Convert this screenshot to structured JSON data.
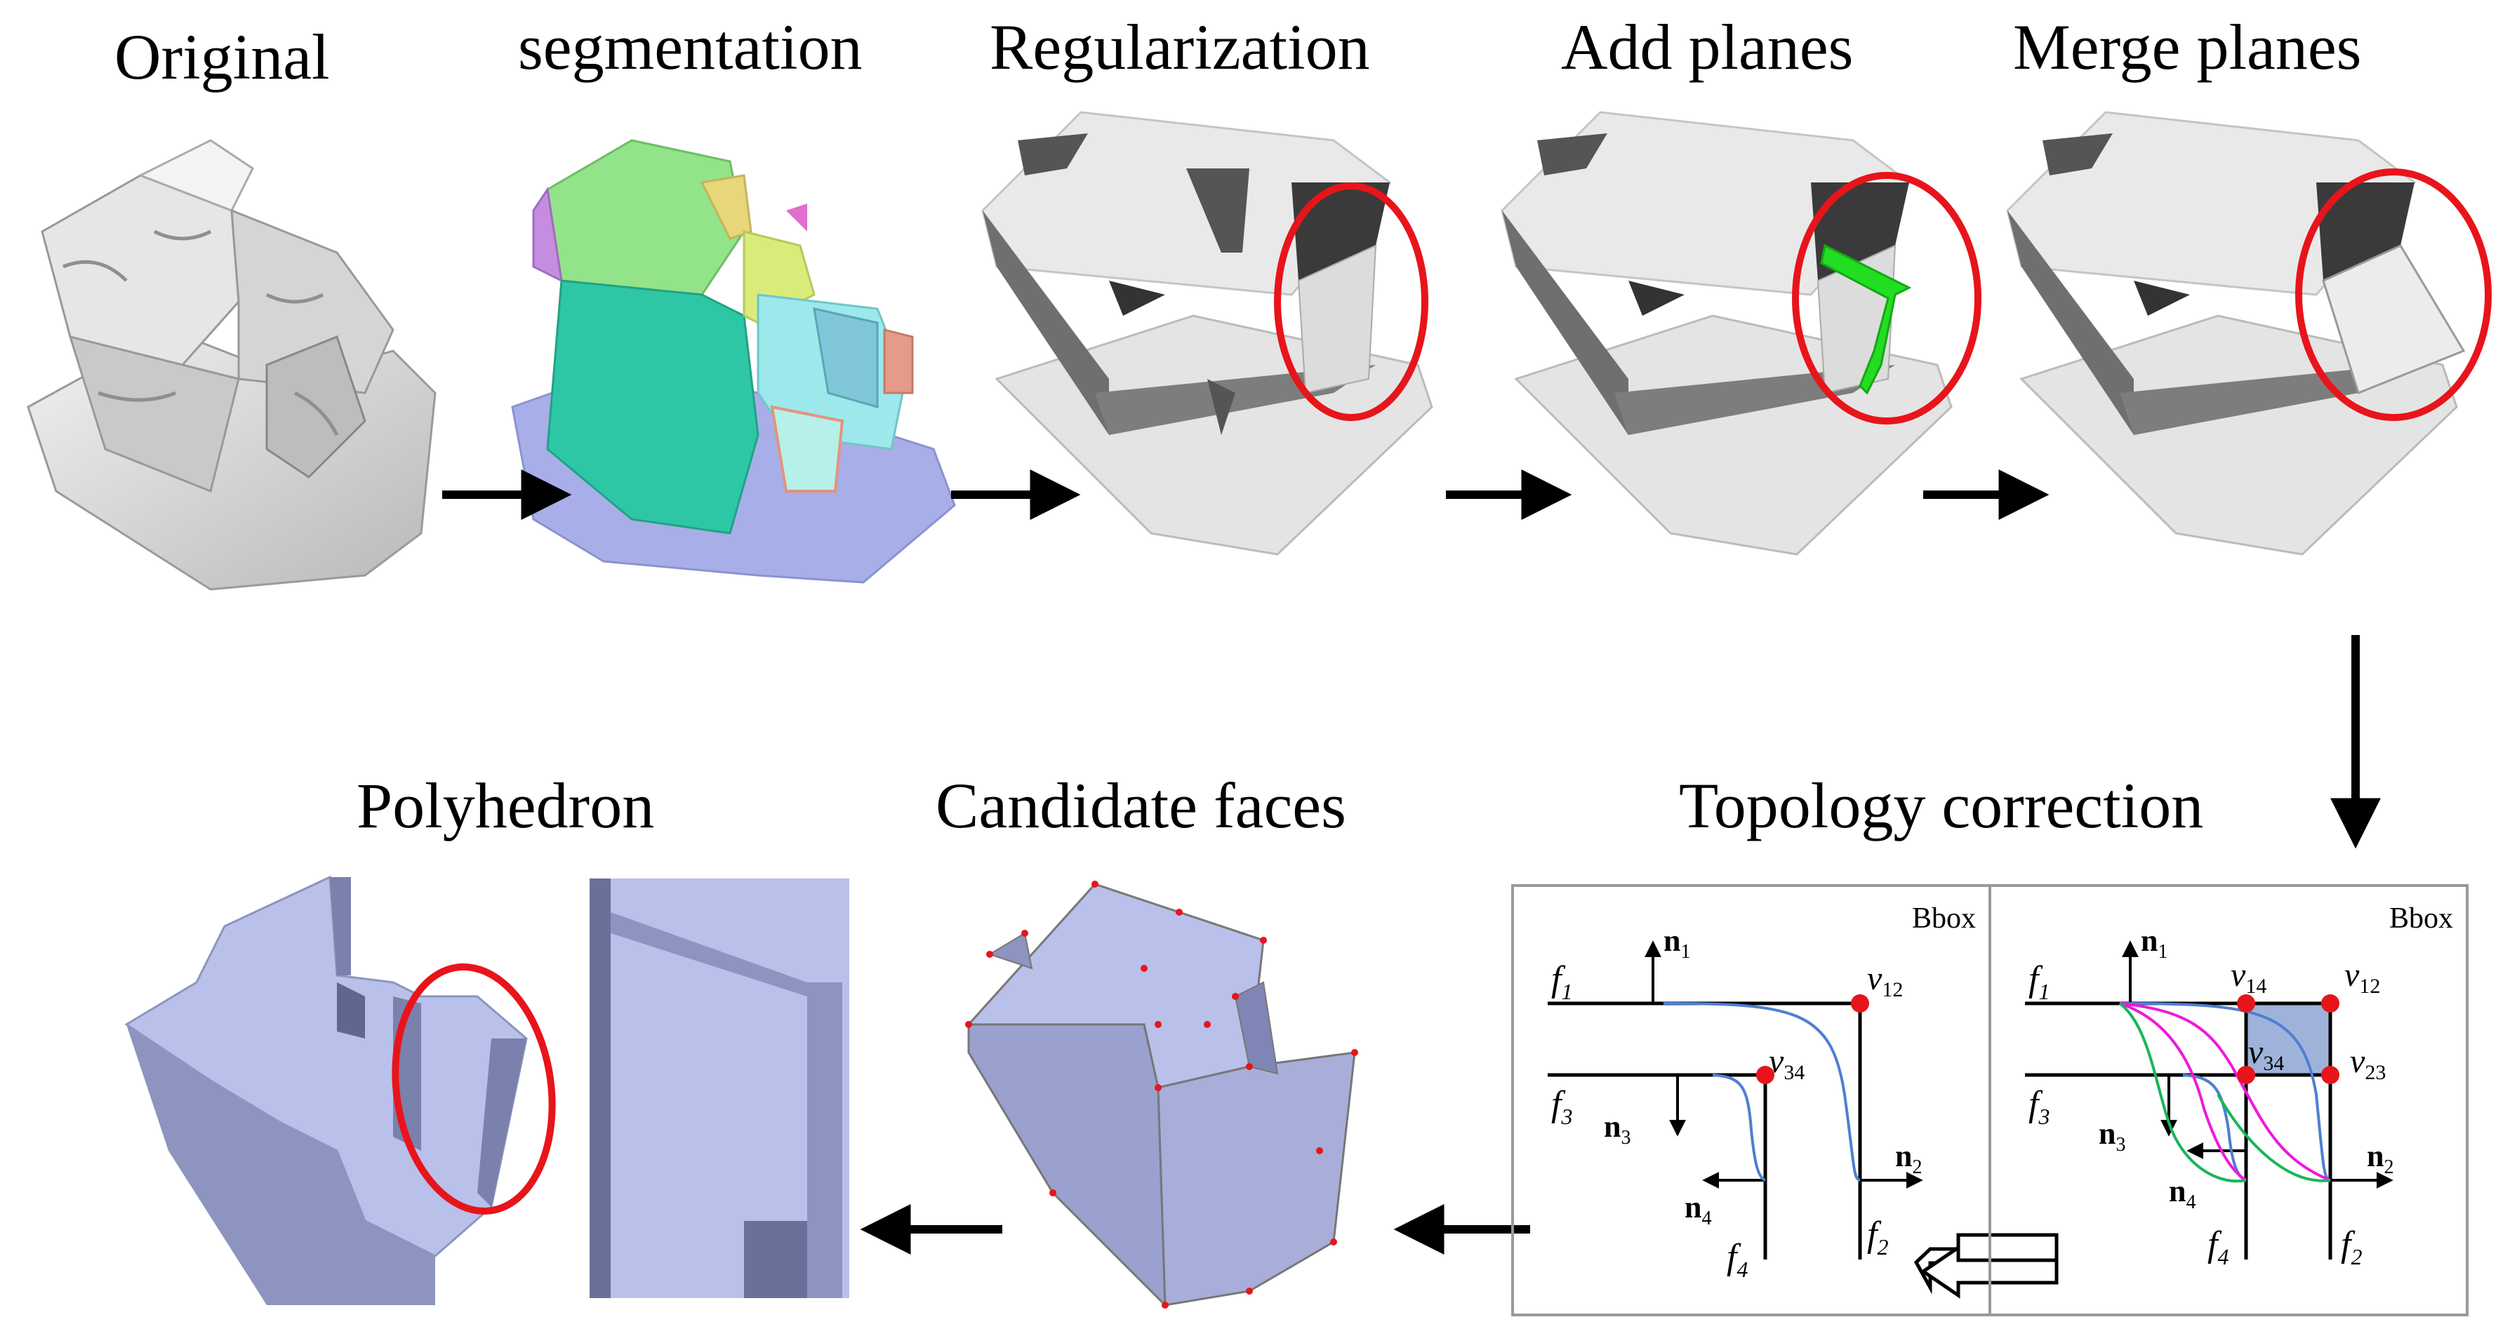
{
  "stages_top": [
    {
      "id": "original",
      "title": "Original"
    },
    {
      "id": "segmentation",
      "title": "segmentation"
    },
    {
      "id": "regularization",
      "title": "Regularization"
    },
    {
      "id": "add-planes",
      "title": "Add planes"
    },
    {
      "id": "merge-planes",
      "title": "Merge planes"
    }
  ],
  "stages_bottom": [
    {
      "id": "topology-correction",
      "title": "Topology correction"
    },
    {
      "id": "candidate-faces",
      "title": "Candidate faces"
    },
    {
      "id": "polyhedron",
      "title": "Polyhedron"
    }
  ],
  "topology_panels": {
    "bbox_label": "Bbox",
    "left": {
      "faces": [
        "f1",
        "f2",
        "f3",
        "f4"
      ],
      "normals": [
        "n1",
        "n2",
        "n3",
        "n4"
      ],
      "vertices": [
        "v12",
        "v34"
      ]
    },
    "right": {
      "faces": [
        "f1",
        "f2",
        "f3",
        "f4"
      ],
      "normals": [
        "n1",
        "n2",
        "n3",
        "n4"
      ],
      "vertices": [
        "v14",
        "v12",
        "v34",
        "v23"
      ]
    }
  },
  "colors": {
    "highlight_circle": "#e8141b",
    "vertex_dot": "#e8141b",
    "new_plane_green": "#22dd22",
    "polyhedron_face": "#b9c0ea",
    "polyhedron_side": "#8d94bf",
    "curve_blue": "#4f7fd0",
    "curve_magenta": "#ee1ad9",
    "curve_green": "#19b55a",
    "corrected_face_fill": "#9fb3da"
  }
}
